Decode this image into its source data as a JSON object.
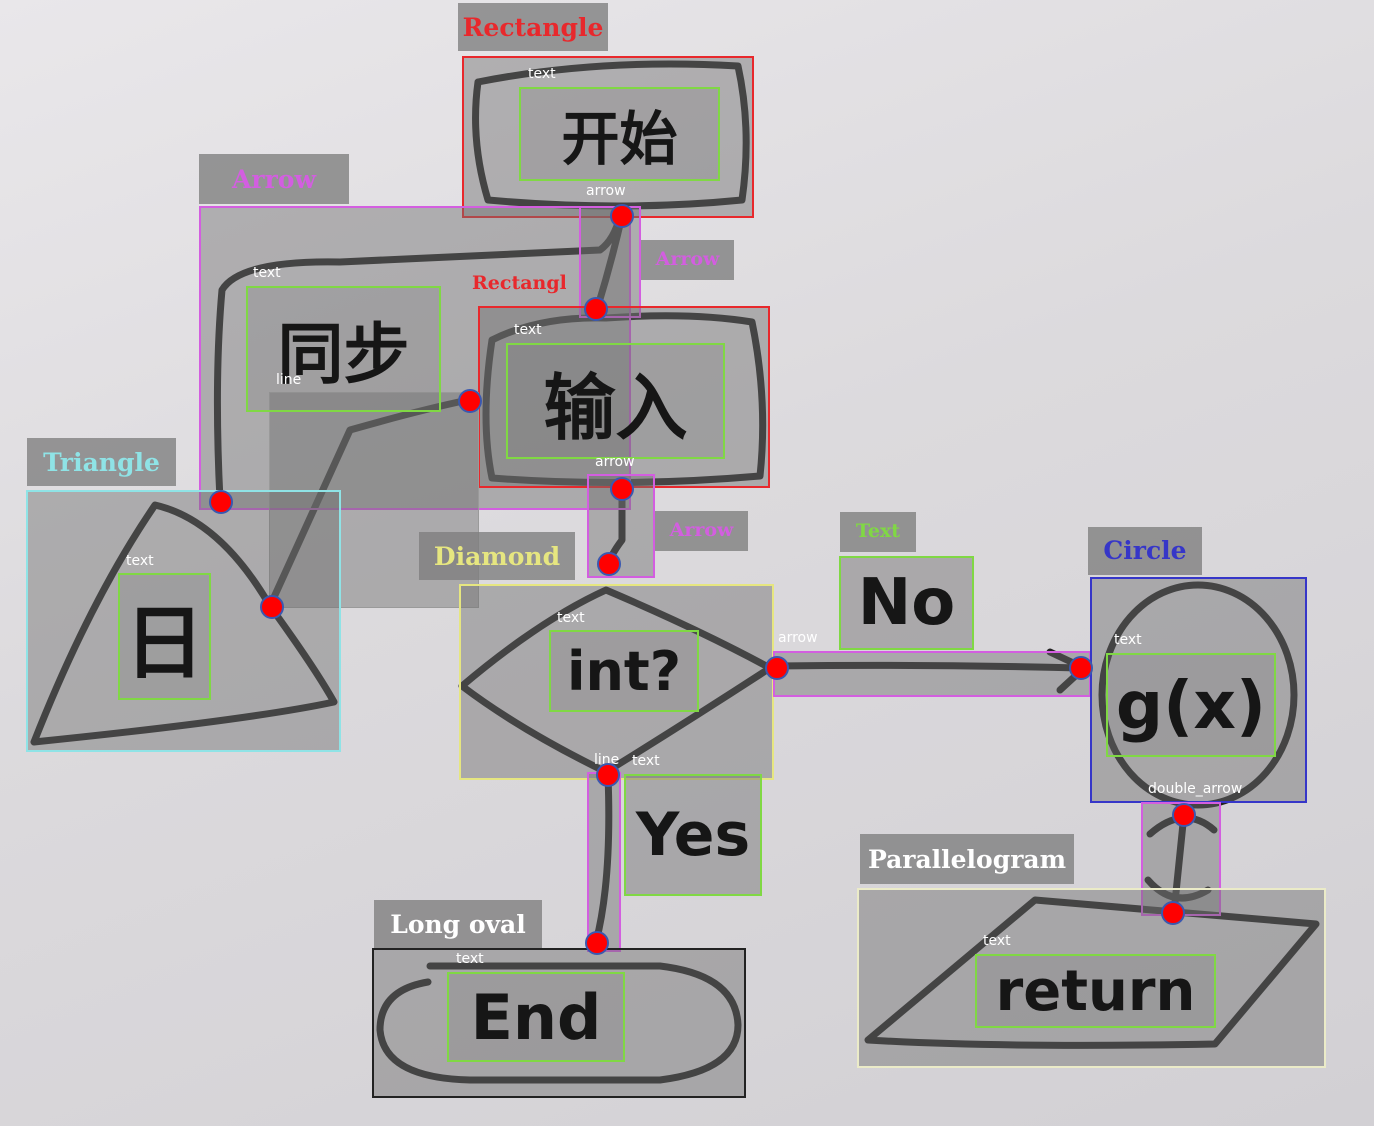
{
  "colors": {
    "rectangle": "#e8282c",
    "arrow": "#d35ee0",
    "triangle": "#8fe3e6",
    "diamond": "#e6e680",
    "text": "#80d844",
    "circle": "#3636c8",
    "parallelogram": "#ebebc8",
    "long_oval": "#222222",
    "keypoint": "#ff0000"
  },
  "shape_labels": {
    "rectangle_top": "Rectangle",
    "rectangle_mid": "Rectangle",
    "arrow_left": "Arrow",
    "arrow_top": "Arrow",
    "arrow_mid": "Arrow",
    "triangle": "Triangle",
    "diamond": "Diamond",
    "text_no": "Text",
    "circle": "Circle",
    "parallelogram": "Parallelogram",
    "long_oval": "Long oval"
  },
  "tags": {
    "text": "text",
    "arrow": "arrow",
    "line": "line",
    "double_arrow": "double_arrow"
  },
  "handwriting": {
    "start": "开始",
    "step": "同步",
    "input": "输入",
    "day": "日",
    "condition": "int?",
    "no": "No",
    "yes": "Yes",
    "function": "g(x)",
    "end": "End",
    "return": "return"
  }
}
